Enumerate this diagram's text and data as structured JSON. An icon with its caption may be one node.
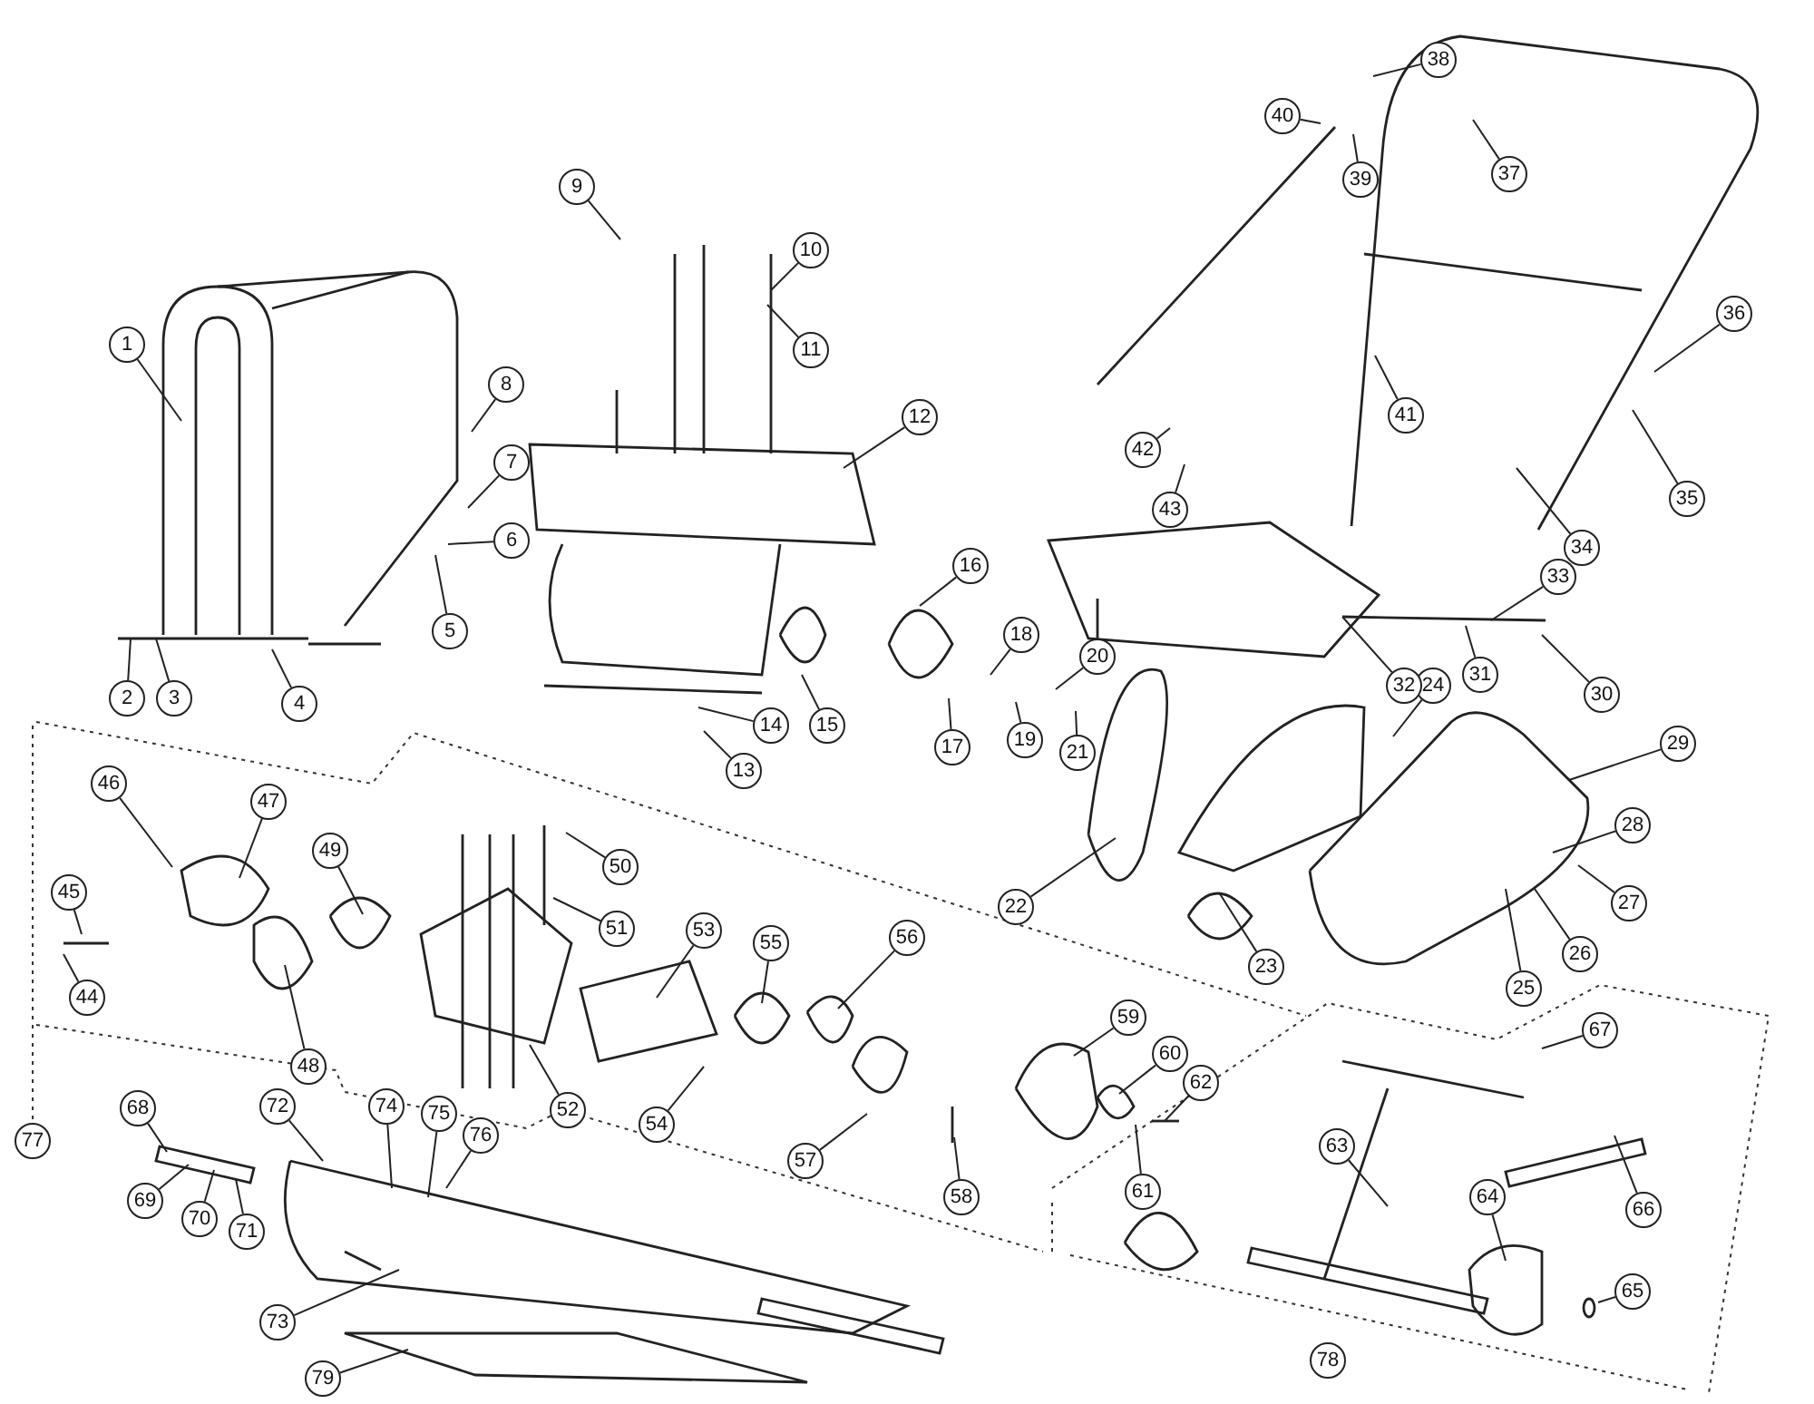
{
  "diagram": {
    "nodes": [
      {
        "text": [
          "1"
        ]
      },
      {
        "text": [
          "2"
        ]
      },
      {
        "text": [
          "3"
        ]
      },
      {
        "text": [
          "4"
        ]
      },
      {
        "text": [
          "5"
        ]
      },
      {
        "text": [
          "6"
        ]
      },
      {
        "text": [
          "7"
        ]
      },
      {
        "text": [
          "8"
        ]
      },
      {
        "text": [
          "9"
        ]
      },
      {
        "text": [
          "10"
        ]
      },
      {
        "text": [
          "11"
        ]
      },
      {
        "text": [
          "12"
        ]
      },
      {
        "text": [
          "13"
        ]
      },
      {
        "text": [
          "14"
        ]
      },
      {
        "text": [
          "15"
        ]
      },
      {
        "text": [
          "16"
        ]
      },
      {
        "text": [
          "17"
        ]
      },
      {
        "text": [
          "18"
        ]
      },
      {
        "text": [
          "19"
        ]
      },
      {
        "text": [
          "20"
        ]
      },
      {
        "text": [
          "21"
        ]
      },
      {
        "text": [
          "22"
        ]
      },
      {
        "text": [
          "23"
        ]
      },
      {
        "text": [
          "24"
        ]
      },
      {
        "text": [
          "25"
        ]
      },
      {
        "text": [
          "26"
        ]
      },
      {
        "text": [
          "27"
        ]
      },
      {
        "text": [
          "28"
        ]
      },
      {
        "text": [
          "29"
        ]
      },
      {
        "text": [
          "30"
        ]
      },
      {
        "text": [
          "31"
        ]
      },
      {
        "text": [
          "32"
        ]
      },
      {
        "text": [
          "33"
        ]
      },
      {
        "text": [
          "34"
        ]
      },
      {
        "text": [
          "35"
        ]
      },
      {
        "text": [
          "36"
        ]
      },
      {
        "text": [
          "37"
        ]
      },
      {
        "text": [
          "38"
        ]
      },
      {
        "text": [
          "39"
        ]
      },
      {
        "text": [
          "40"
        ]
      },
      {
        "text": [
          "41"
        ]
      },
      {
        "text": [
          "42"
        ]
      },
      {
        "text": [
          "43"
        ]
      },
      {
        "text": [
          "44"
        ]
      },
      {
        "text": [
          "45"
        ]
      },
      {
        "text": [
          "46"
        ]
      },
      {
        "text": [
          "47"
        ]
      },
      {
        "text": [
          "48"
        ]
      },
      {
        "text": [
          "49"
        ]
      },
      {
        "text": [
          "50"
        ]
      },
      {
        "text": [
          "51"
        ]
      },
      {
        "text": [
          "52"
        ]
      },
      {
        "text": [
          "53"
        ]
      },
      {
        "text": [
          "54"
        ]
      },
      {
        "text": [
          "55"
        ]
      },
      {
        "text": [
          "56"
        ]
      },
      {
        "text": [
          "57"
        ]
      },
      {
        "text": [
          "58"
        ]
      },
      {
        "text": [
          "59"
        ]
      },
      {
        "text": [
          "60"
        ]
      },
      {
        "text": [
          "61"
        ]
      },
      {
        "text": [
          "62"
        ]
      },
      {
        "text": [
          "63"
        ]
      },
      {
        "text": [
          "64"
        ]
      },
      {
        "text": [
          "65"
        ]
      },
      {
        "text": [
          "66"
        ]
      },
      {
        "text": [
          "67"
        ]
      },
      {
        "text": [
          "68"
        ]
      },
      {
        "text": [
          "69"
        ]
      },
      {
        "text": [
          "70"
        ]
      },
      {
        "text": [
          "71"
        ]
      },
      {
        "text": [
          "72"
        ]
      },
      {
        "text": [
          "73"
        ]
      },
      {
        "text": [
          "74"
        ]
      },
      {
        "text": [
          "75"
        ]
      },
      {
        "text": [
          "76"
        ]
      },
      {
        "text": [
          "79"
        ]
      },
      {
        "text": [
          "77"
        ]
      },
      {
        "text": [
          "78"
        ]
      }
    ],
    "edges": [
      {
        "from": 0,
        "to": null,
        "arrow": "none"
      },
      {
        "from": 1,
        "to": null,
        "arrow": "none"
      },
      {
        "from": 2,
        "to": null,
        "arrow": "none"
      },
      {
        "from": 3,
        "to": null,
        "arrow": "none"
      },
      {
        "from": 4,
        "to": null,
        "arrow": "none"
      },
      {
        "from": 5,
        "to": null,
        "arrow": "none"
      },
      {
        "from": 6,
        "to": null,
        "arrow": "none"
      },
      {
        "from": 7,
        "to": null,
        "arrow": "none"
      },
      {
        "from": 8,
        "to": null,
        "arrow": "none"
      },
      {
        "from": 9,
        "to": null,
        "arrow": "none"
      },
      {
        "from": 10,
        "to": null,
        "arrow": "none"
      },
      {
        "from": 11,
        "to": null,
        "arrow": "none"
      },
      {
        "from": 12,
        "to": null,
        "arrow": "none"
      },
      {
        "from": 13,
        "to": null,
        "arrow": "none"
      },
      {
        "from": 14,
        "to": null,
        "arrow": "none"
      },
      {
        "from": 15,
        "to": null,
        "arrow": "none"
      },
      {
        "from": 16,
        "to": null,
        "arrow": "none"
      },
      {
        "from": 17,
        "to": null,
        "arrow": "none"
      },
      {
        "from": 18,
        "to": null,
        "arrow": "none"
      },
      {
        "from": 19,
        "to": null,
        "arrow": "none"
      },
      {
        "from": 20,
        "to": null,
        "arrow": "none"
      },
      {
        "from": 21,
        "to": null,
        "arrow": "none"
      },
      {
        "from": 22,
        "to": null,
        "arrow": "none"
      },
      {
        "from": 23,
        "to": null,
        "arrow": "none"
      },
      {
        "from": 24,
        "to": null,
        "arrow": "none"
      },
      {
        "from": 25,
        "to": null,
        "arrow": "none"
      },
      {
        "from": 26,
        "to": null,
        "arrow": "none"
      },
      {
        "from": 27,
        "to": null,
        "arrow": "none"
      },
      {
        "from": 28,
        "to": null,
        "arrow": "none"
      },
      {
        "from": 29,
        "to": null,
        "arrow": "none"
      },
      {
        "from": 30,
        "to": null,
        "arrow": "none"
      },
      {
        "from": 31,
        "to": null,
        "arrow": "none"
      },
      {
        "from": 32,
        "to": null,
        "arrow": "none"
      },
      {
        "from": 33,
        "to": null,
        "arrow": "none"
      },
      {
        "from": 34,
        "to": null,
        "arrow": "none"
      },
      {
        "from": 35,
        "to": null,
        "arrow": "none"
      },
      {
        "from": 36,
        "to": null,
        "arrow": "none"
      },
      {
        "from": 37,
        "to": null,
        "arrow": "none"
      },
      {
        "from": 38,
        "to": null,
        "arrow": "none"
      },
      {
        "from": 39,
        "to": null,
        "arrow": "none"
      },
      {
        "from": 40,
        "to": null,
        "arrow": "none"
      },
      {
        "from": 41,
        "to": null,
        "arrow": "none"
      },
      {
        "from": 42,
        "to": null,
        "arrow": "none"
      },
      {
        "from": 43,
        "to": null,
        "arrow": "none"
      },
      {
        "from": 44,
        "to": null,
        "arrow": "none"
      },
      {
        "from": 45,
        "to": null,
        "arrow": "none"
      },
      {
        "from": 46,
        "to": null,
        "arrow": "none"
      },
      {
        "from": 47,
        "to": null,
        "arrow": "none"
      },
      {
        "from": 48,
        "to": null,
        "arrow": "none"
      },
      {
        "from": 49,
        "to": null,
        "arrow": "none"
      },
      {
        "from": 50,
        "to": null,
        "arrow": "none"
      },
      {
        "from": 51,
        "to": null,
        "arrow": "none"
      },
      {
        "from": 52,
        "to": null,
        "arrow": "none"
      },
      {
        "from": 53,
        "to": null,
        "arrow": "none"
      },
      {
        "from": 54,
        "to": null,
        "arrow": "none"
      },
      {
        "from": 55,
        "to": null,
        "arrow": "none"
      },
      {
        "from": 56,
        "to": null,
        "arrow": "none"
      },
      {
        "from": 57,
        "to": null,
        "arrow": "none"
      },
      {
        "from": 58,
        "to": null,
        "arrow": "none"
      },
      {
        "from": 59,
        "to": null,
        "arrow": "none"
      },
      {
        "from": 60,
        "to": null,
        "arrow": "none"
      },
      {
        "from": 61,
        "to": null,
        "arrow": "none"
      },
      {
        "from": 62,
        "to": null,
        "arrow": "none"
      },
      {
        "from": 63,
        "to": null,
        "arrow": "none"
      },
      {
        "from": 64,
        "to": null,
        "arrow": "none"
      },
      {
        "from": 65,
        "to": null,
        "arrow": "none"
      },
      {
        "from": 66,
        "to": null,
        "arrow": "none"
      },
      {
        "from": 67,
        "to": null,
        "arrow": "none"
      },
      {
        "from": 68,
        "to": null,
        "arrow": "none"
      },
      {
        "from": 69,
        "to": null,
        "arrow": "none"
      },
      {
        "from": 70,
        "to": null,
        "arrow": "none"
      },
      {
        "from": 71,
        "to": null,
        "arrow": "none"
      },
      {
        "from": 72,
        "to": null,
        "arrow": "none"
      },
      {
        "from": 73,
        "to": null,
        "arrow": "none"
      },
      {
        "from": 74,
        "to": null,
        "arrow": "none"
      },
      {
        "from": 75,
        "to": null,
        "arrow": "none"
      },
      {
        "from": 76,
        "to": null,
        "arrow": "none"
      }
    ]
  }
}
